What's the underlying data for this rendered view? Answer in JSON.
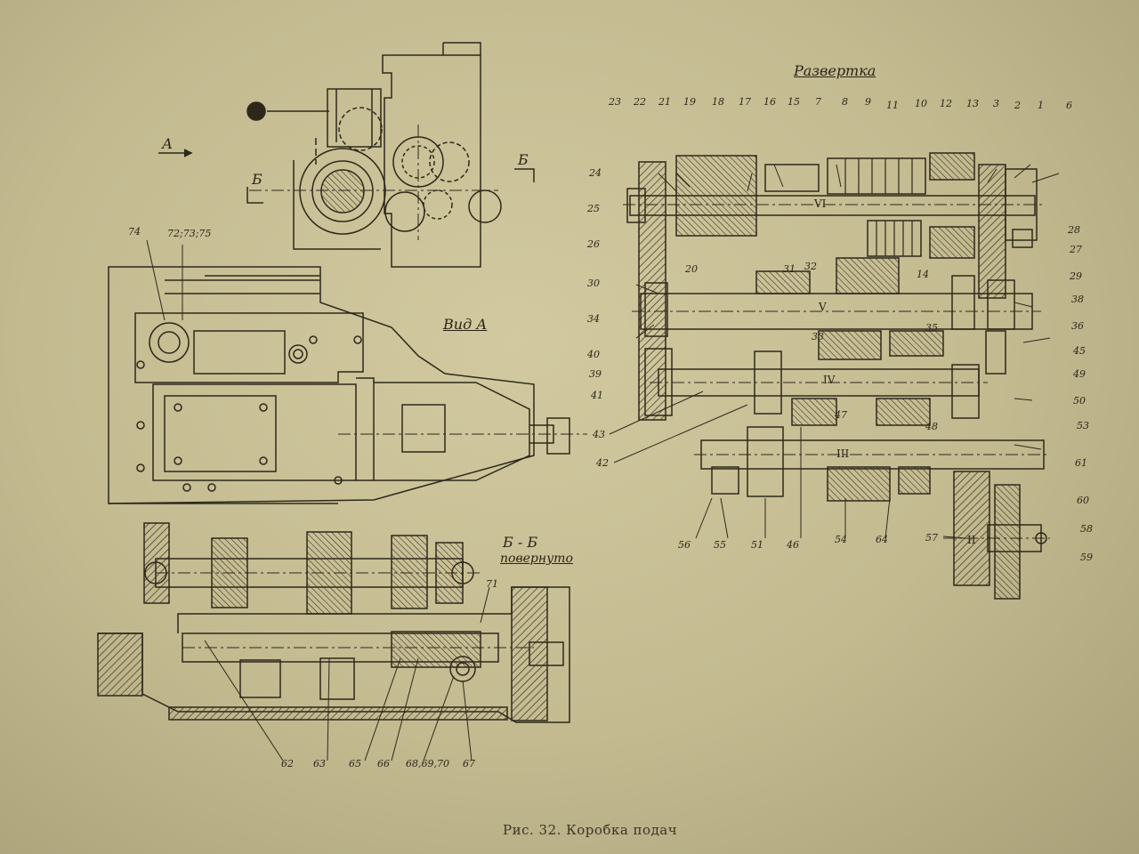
{
  "figure": {
    "caption": "Рис. 32. Коробка подач"
  },
  "views": {
    "razvertka": "Развертка",
    "vid_a": "Вид А",
    "section_bb": "Б - Б",
    "section_bb_note": "повернуто",
    "arrow_a": "А",
    "arrow_b_left": "Б",
    "arrow_b_right": "Б"
  },
  "shafts": {
    "s2": "II",
    "s3": "III",
    "s4": "IV",
    "s5": "V",
    "s6": "VI"
  },
  "callouts": {
    "n1": "1",
    "n2": "2",
    "n3": "3",
    "n6": "6",
    "n7": "7",
    "n8": "8",
    "n9": "9",
    "n10": "10",
    "n11": "11",
    "n12": "12",
    "n13": "13",
    "n14": "14",
    "n15": "15",
    "n16": "16",
    "n17": "17",
    "n18": "18",
    "n19": "19",
    "n20": "20",
    "n21": "21",
    "n22": "22",
    "n23": "23",
    "n24": "24",
    "n25": "25",
    "n26": "26",
    "n27": "27",
    "n28": "28",
    "n29": "29",
    "n30": "30",
    "n31": "31",
    "n32": "32",
    "n33": "33",
    "n34": "34",
    "n35": "35",
    "n36": "36",
    "n38": "38",
    "n39": "39",
    "n40": "40",
    "n41": "41",
    "n42": "42",
    "n43": "43",
    "n45": "45",
    "n46": "46",
    "n47": "47",
    "n48": "48",
    "n49": "49",
    "n50": "50",
    "n51": "51",
    "n53": "53",
    "n54": "54",
    "n55": "55",
    "n56": "56",
    "n57": "57",
    "n58": "58",
    "n59": "59",
    "n60": "60",
    "n61": "61",
    "n62": "62",
    "n63": "63",
    "n64": "64",
    "n65": "65",
    "n66": "66",
    "n67": "67",
    "n68_70": "68,69,70",
    "n71": "71",
    "n72_75": "72;73;75",
    "n74": "74"
  },
  "colors": {
    "paper": "#c9c097",
    "ink": "#2a2418"
  }
}
